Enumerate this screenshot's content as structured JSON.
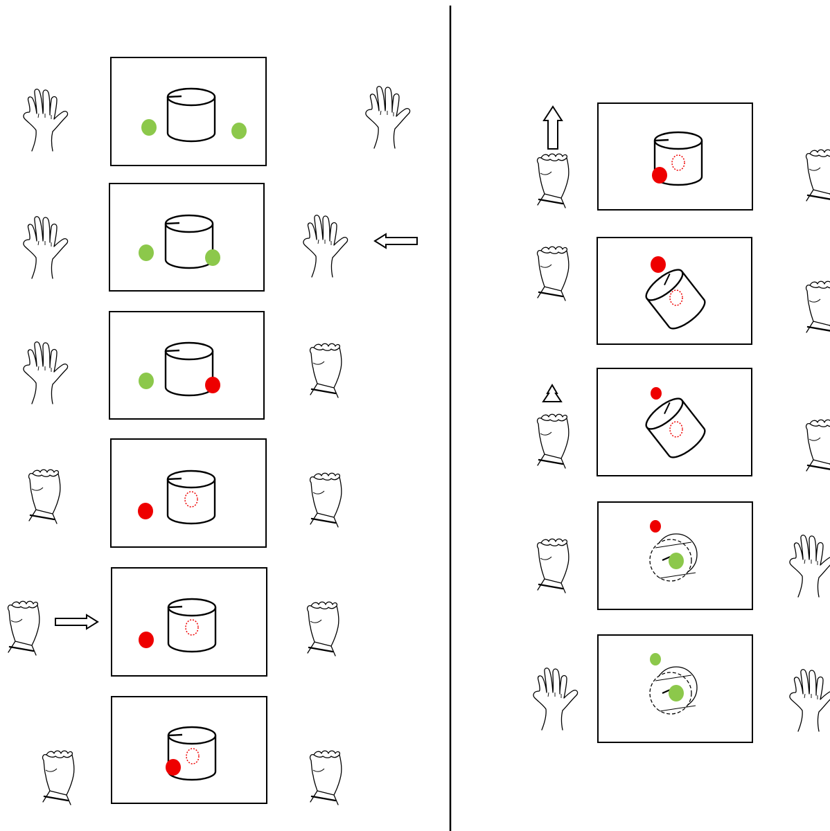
{
  "colors": {
    "stroke": "#000000",
    "green": "#8cc84b",
    "red": "#ee0000",
    "background": "#ffffff"
  },
  "icons": {
    "open_hand": "open-hand-icon",
    "closed_fist": "closed-fist-icon",
    "arrow": "arrow-icon",
    "cylinder": "cylinder-icon"
  },
  "left_sequence": [
    {
      "step": 1,
      "left_hand": "open",
      "right_hand": "open",
      "cylinder": "upright",
      "left_marker": "green",
      "right_marker": "green",
      "slot": false,
      "arrow": "none"
    },
    {
      "step": 2,
      "left_hand": "open",
      "right_hand": "open",
      "cylinder": "upright",
      "left_marker": "green",
      "right_marker": "green",
      "slot": false,
      "arrow": "left"
    },
    {
      "step": 3,
      "left_hand": "open",
      "right_hand": "fist",
      "cylinder": "upright",
      "left_marker": "green",
      "right_marker": "red",
      "slot": false,
      "arrow": "none"
    },
    {
      "step": 4,
      "left_hand": "fist",
      "right_hand": "fist",
      "cylinder": "upright",
      "left_marker": "red",
      "right_marker": "none",
      "slot": true,
      "arrow": "none"
    },
    {
      "step": 5,
      "left_hand": "fist",
      "right_hand": "fist",
      "cylinder": "upright",
      "left_marker": "red",
      "right_marker": "none",
      "slot": true,
      "arrow": "right"
    },
    {
      "step": 6,
      "left_hand": "fist",
      "right_hand": "fist",
      "cylinder": "upright",
      "left_marker": "red",
      "right_marker": "none",
      "slot": true,
      "arrow": "none"
    }
  ],
  "right_sequence": [
    {
      "step": 7,
      "left_hand": "fist",
      "right_hand": "fist",
      "cylinder": "upright",
      "marker": "red",
      "slot": true,
      "arrow": "up-long"
    },
    {
      "step": 8,
      "left_hand": "fist",
      "right_hand": "fist",
      "cylinder": "tilted",
      "marker": "red",
      "slot": true,
      "arrow": "none"
    },
    {
      "step": 9,
      "left_hand": "fist",
      "right_hand": "fist",
      "cylinder": "tilted",
      "marker": "red",
      "slot": true,
      "arrow": "up-short"
    },
    {
      "step": 10,
      "left_hand": "fist",
      "right_hand": "open",
      "cylinder": "end-on",
      "marker": "red",
      "slot": false,
      "arrow": "none"
    },
    {
      "step": 11,
      "left_hand": "open",
      "right_hand": "open",
      "cylinder": "end-on",
      "marker": "green",
      "slot": false,
      "arrow": "none"
    }
  ]
}
